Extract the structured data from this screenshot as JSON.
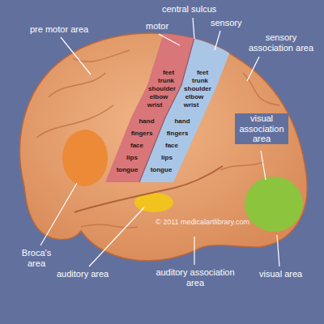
{
  "diagram": {
    "labels": [
      "pre motor area",
      "motor",
      "central sulcus",
      "sensory",
      "sensory association area",
      "visual association area",
      "Broca's area",
      "auditory area",
      "auditory association area",
      "visual area",
      "feet",
      "trunk",
      "shoulder",
      "elbow",
      "wrist",
      "hand",
      "fingers",
      "face",
      "lips",
      "tongue",
      "feet",
      "trunk",
      "shoulder",
      "elbow",
      "wrist",
      "hand",
      "fingers",
      "face",
      "lips",
      "tongue",
      "© 2011 medicalartlibrary.com"
    ]
  }
}
